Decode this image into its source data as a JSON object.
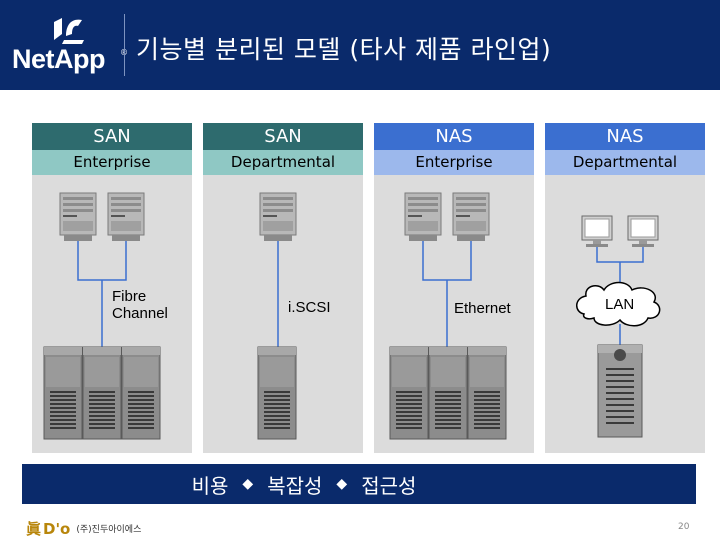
{
  "header": {
    "logo_text": "NetApp",
    "logo_reg": "®",
    "title": "기능별 분리된 모델 (타사 제품 라인업)"
  },
  "columns": [
    {
      "type": "SAN",
      "sub": "Enterprise",
      "connection": "Fibre Channel"
    },
    {
      "type": "SAN",
      "sub": "Departmental",
      "connection": "i.SCSI"
    },
    {
      "type": "NAS",
      "sub": "Enterprise",
      "connection": "Ethernet"
    },
    {
      "type": "NAS",
      "sub": "Departmental",
      "connection": "LAN"
    }
  ],
  "connection_labels": {
    "fibre_line1": "Fibre",
    "fibre_line2": "Channel",
    "iscsi": "i.SCSI",
    "ethernet": "Ethernet",
    "lan": "LAN"
  },
  "bottom_bar": {
    "item1": "비용",
    "sep": "◆",
    "item2": "복잡성",
    "item3": "접근성"
  },
  "footer": {
    "logo_jin": "眞",
    "logo_do": "D'o",
    "company": "(주)진두아이에스",
    "page": "20"
  },
  "colors": {
    "header_bg": "#0a2a6b",
    "san_head": "#2e6b6e",
    "san_sub": "#8fc8c4",
    "nas_head": "#3b6fd0",
    "nas_sub": "#9cb8ec",
    "column_bg": "#dcdcdc"
  }
}
